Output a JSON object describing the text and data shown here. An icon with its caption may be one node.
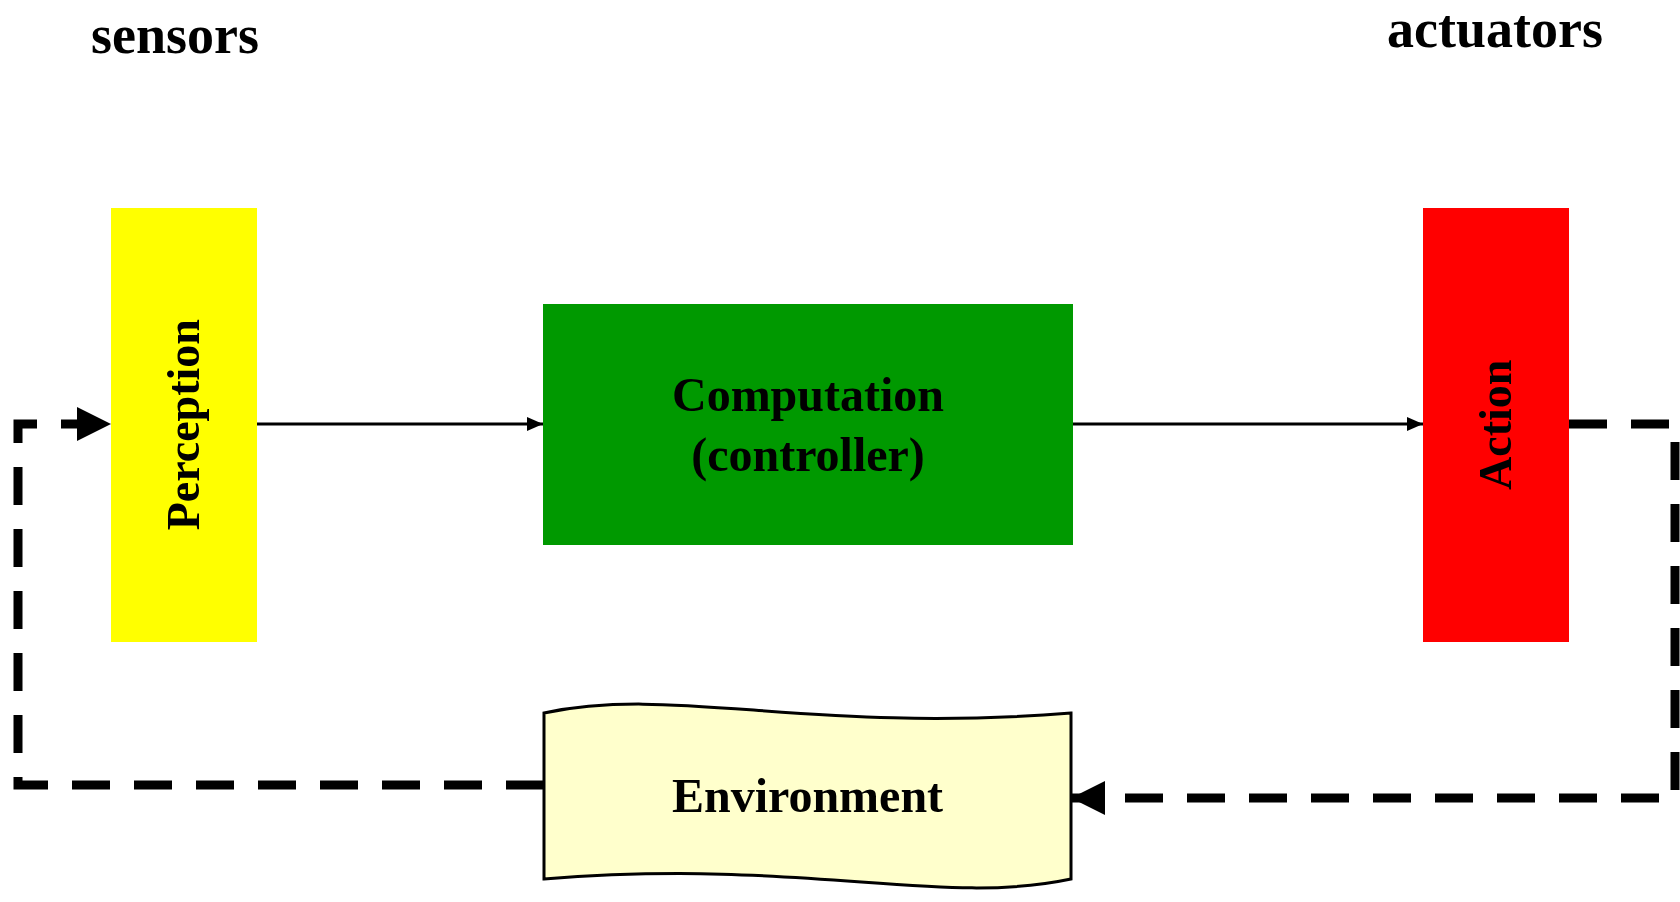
{
  "diagram": {
    "nodes": [
      {
        "text": [
          "Perception"
        ]
      },
      {
        "text": [
          "Computation (controller)"
        ]
      },
      {
        "text": [
          "Action"
        ]
      },
      {
        "text": [
          "Environment"
        ]
      }
    ],
    "edges": [
      {
        "from": 0,
        "to": 1,
        "arrow": "to"
      },
      {
        "from": 1,
        "to": 2,
        "arrow": "to"
      },
      {
        "from": 2,
        "to": 3,
        "arrow": "to",
        "style": "dashed"
      },
      {
        "from": 3,
        "to": 0,
        "arrow": "to",
        "style": "dashed"
      }
    ],
    "labels": [
      "sensors",
      "actuators"
    ]
  }
}
